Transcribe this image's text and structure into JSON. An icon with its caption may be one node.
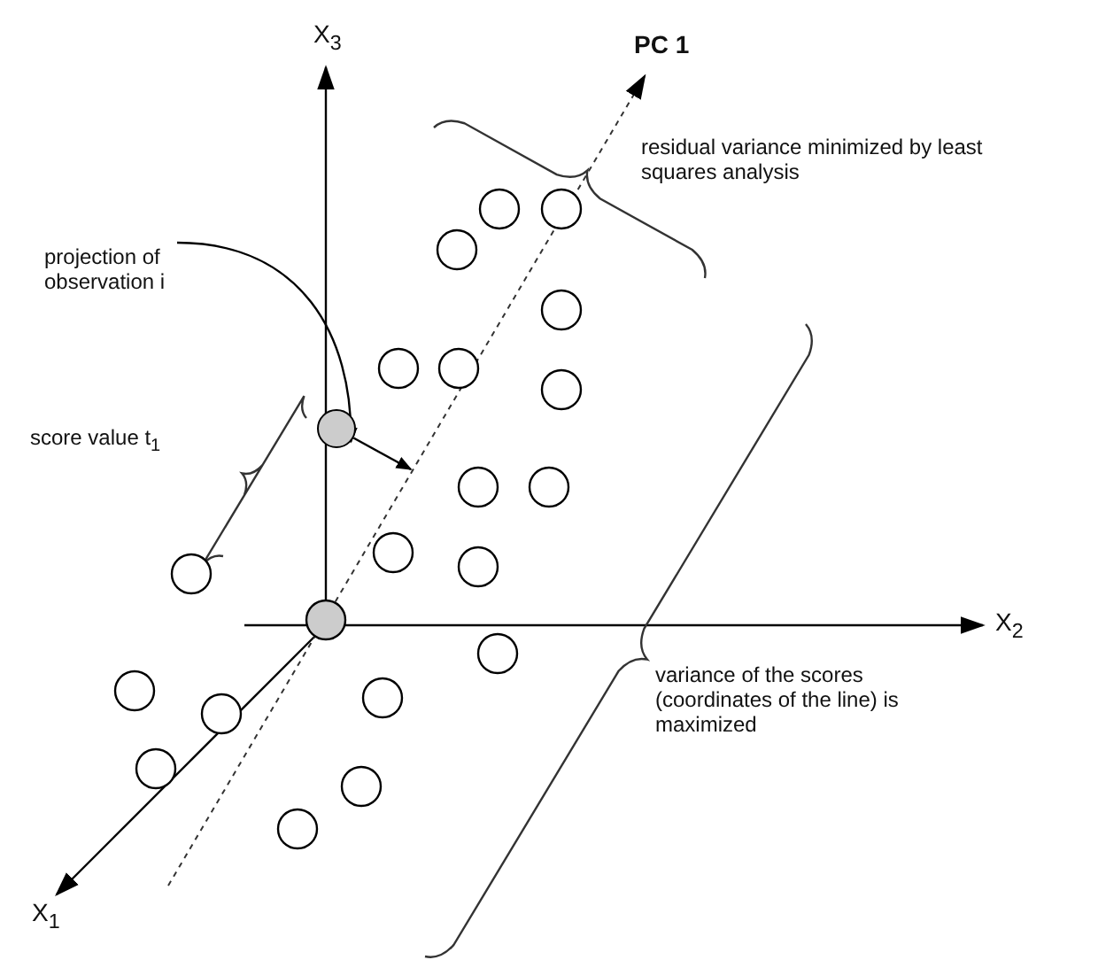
{
  "diagram": {
    "nodes": [
      {
        "text": [
          "projection of observation i"
        ]
      },
      {
        "text": [],
        "shape": "circle"
      }
    ],
    "edges": [
      {
        "from": 0,
        "to": 1,
        "arrow": "to"
      },
      {
        "from": 1,
        "to": null,
        "arrow": "to"
      }
    ],
    "labels": [
      "X$_{3}$",
      "PC 1",
      "residual variance minimized by least squares analysis",
      "score value t$_{1}$",
      "X$_{2}$",
      "variance of the scores (coordinates of the line) is maximized",
      "X$_{1}$"
    ]
  }
}
